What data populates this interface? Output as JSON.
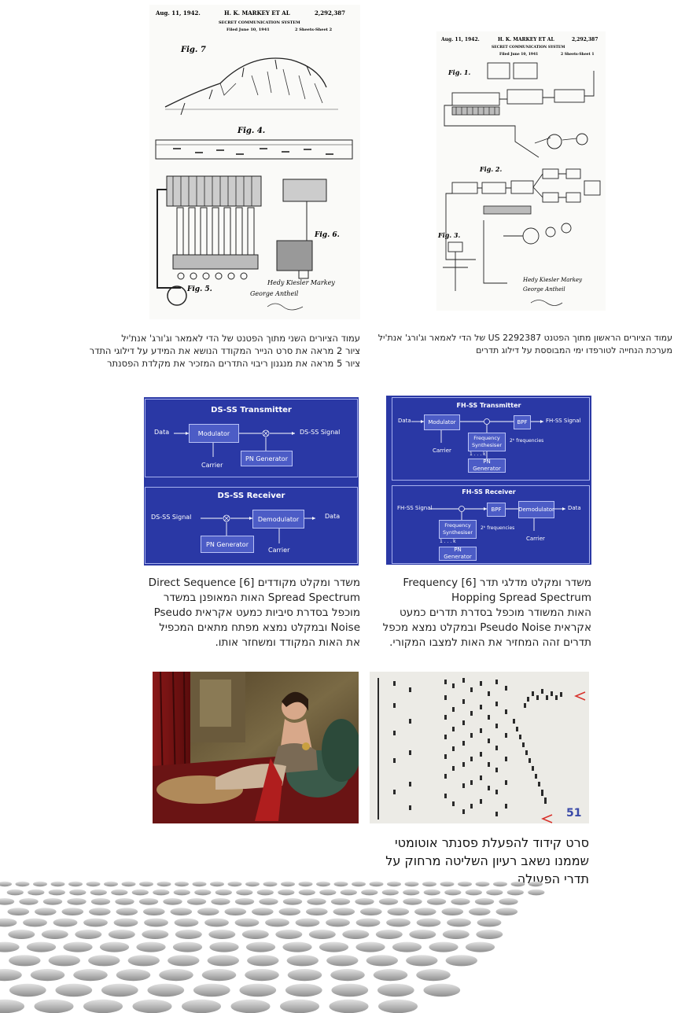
{
  "patent_sheet2": {
    "date": "Aug. 11, 1942.",
    "inventors": "H. K. MARKEY ET AL",
    "number": "2,292,387",
    "system": "SECRET COMMUNICATION SYSTEM",
    "filed": "Filed June 10, 1941",
    "sheets": "2 Sheets-Sheet 2",
    "fig7": "Fig. 7",
    "fig4": "Fig. 4.",
    "fig5": "Fig. 5.",
    "fig6": "Fig. 6.",
    "signature": "Hedy Kiesler Markey",
    "signature2": "George Antheil"
  },
  "patent_sheet1": {
    "date": "Aug. 11, 1942.",
    "inventors": "H. K. MARKEY ET AL",
    "number": "2,292,387",
    "system": "SECRET COMMUNICATION SYSTEM",
    "filed": "Filed June 10, 1941",
    "sheets": "2 Sheets-Sheet 1",
    "fig1": "Fig. 1.",
    "fig2": "Fig. 2.",
    "fig3": "Fig. 3.",
    "signature": "Hedy Kiesler Markey",
    "signature2": "George Antheil"
  },
  "captions": {
    "left_patent": [
      "עמוד הציורים השני מתוך הפטנט של הדי לאמאר וג'ורג' אנת'יל",
      "ציור 2 מראה את סרט הנייר המקודד הנושא את המידע על דילוגי התדר",
      "ציור 5 מראה את  מנגנון ריבוי התדרים המזכיר את מקלדת הפסנתר"
    ],
    "right_patent": [
      "עמוד הציורים הראשון מתוך הפטנט US 2292387 של הדי לאמאר וג'ורג' אנת'יל",
      "מערכת הנחייה לטורפדו ימי המבוססת על דילוג תדרים"
    ],
    "ds_ss": [
      "משדר ומקלט מקודדים [6]  Direct Sequence",
      "Spread Spectrum האות המאופנן במשדר",
      "מוכפל בסדרת סיביות כמעט אקראית Pseudo",
      "Noise   ובמקלט נמצא מפתח מתאים המכפיל",
      "את האות המקודד ומשחזר אותו."
    ],
    "fh_ss": [
      "משדר ומקלט מדלגי תדר [6]  Frequency",
      "Hopping Spread Spectrum",
      "האות המשודר מוכפל בסדרת תדרים כמעט",
      "אקראית Pseudo Noise  ובמקלט נמצא מכפל",
      "תדרים זהה המחזיר את האות למצבו המקורי."
    ],
    "piano_roll": [
      "סרט קידוד להפעלת פסנתר אוטומטי",
      "שממנו נשאב רעיון השליטה מרחוק על",
      "תדרי הפעולה"
    ]
  },
  "ds_diagram": {
    "tx_title": "DS-SS Transmitter",
    "rx_title": "DS-SS Receiver",
    "data": "Data",
    "modulator": "Modulator",
    "ds_signal": "DS-SS Signal",
    "carrier": "Carrier",
    "pn_generator": "PN Generator",
    "demodulator": "Demodulator",
    "rx_signal": "DS-SS Signal",
    "rx_data": "Data",
    "rx_pn_generator": "PN Generator",
    "rx_carrier": "Carrier"
  },
  "fh_diagram": {
    "tx_title": "FH-SS Transmitter",
    "rx_title": "FH-SS Receiver",
    "data": "Data",
    "modulator": "Modulator",
    "bpf": "BPF",
    "fh_signal": "FH-SS Signal",
    "carrier": "Carrier",
    "freq_synth": "Frequency Synthesiser",
    "frequencies": "2ᵏ frequencies",
    "bits": "1  . . .  k",
    "pn_generator": "PN Generator",
    "rx_signal": "FH-SS Signal",
    "rx_bpf": "BPF",
    "demodulator": "Demodulator",
    "rx_data": "Data",
    "rx_freq_synth": "Frequency Synthesiser",
    "rx_frequencies": "2ᵏ frequencies",
    "rx_bits": "1  . . .  k",
    "rx_pn_generator": "PN Generator",
    "rx_carrier": "Carrier"
  },
  "piano_roll": {
    "page_number": "51"
  },
  "colors": {
    "diagram_bg": "#2a38a5",
    "diagram_box": "#4c5cc6",
    "roll_paper": "#ecebe6",
    "roll_marker": "#d8302a"
  }
}
